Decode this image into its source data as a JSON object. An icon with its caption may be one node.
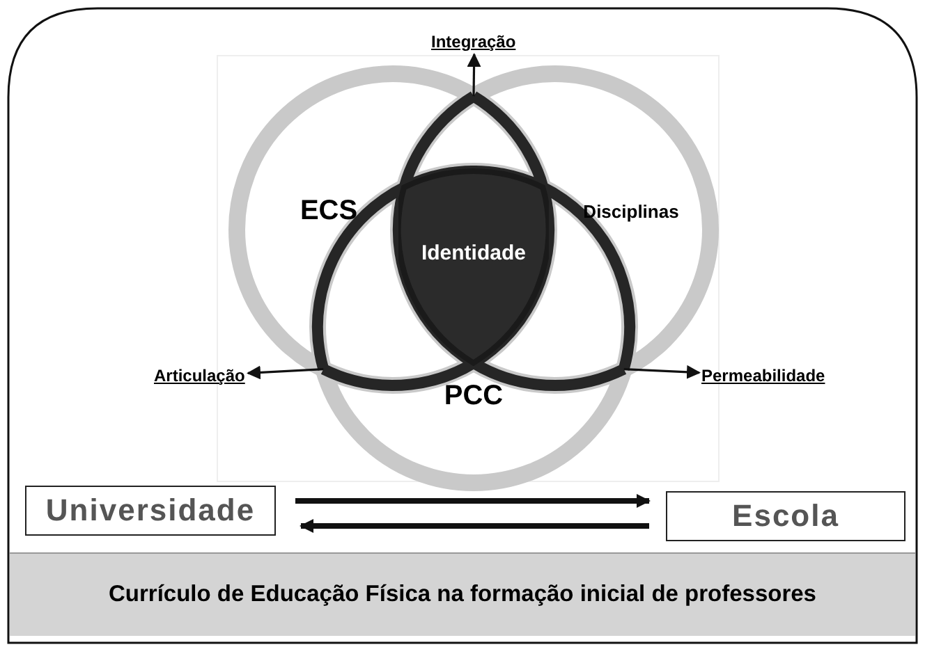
{
  "diagram": {
    "nodes": [
      {
        "text": [
          "ECS"
        ]
      },
      {
        "text": [
          "Disciplinas"
        ]
      },
      {
        "text": [
          "PCC"
        ]
      },
      {
        "text": [
          "Identidade"
        ]
      },
      {
        "text": [
          "Integração"
        ]
      },
      {
        "text": [
          "Articulação"
        ]
      },
      {
        "text": [
          "Permeabilidade"
        ]
      },
      {
        "text": [
          "Universidade"
        ]
      },
      {
        "text": [
          "Escola"
        ]
      },
      {
        "text": [
          "Currículo de Educação Física na formação inicial de professores"
        ]
      }
    ],
    "edges": [
      {
        "from": 0,
        "to": 4,
        "arrow": "to"
      },
      {
        "from": 0,
        "to": 5,
        "arrow": "to"
      },
      {
        "from": 1,
        "to": 6,
        "arrow": "to"
      },
      {
        "from": 7,
        "to": 8,
        "arrow": "to",
        "style": "thick"
      },
      {
        "from": 8,
        "to": 7,
        "arrow": "to",
        "style": "thick"
      }
    ]
  }
}
